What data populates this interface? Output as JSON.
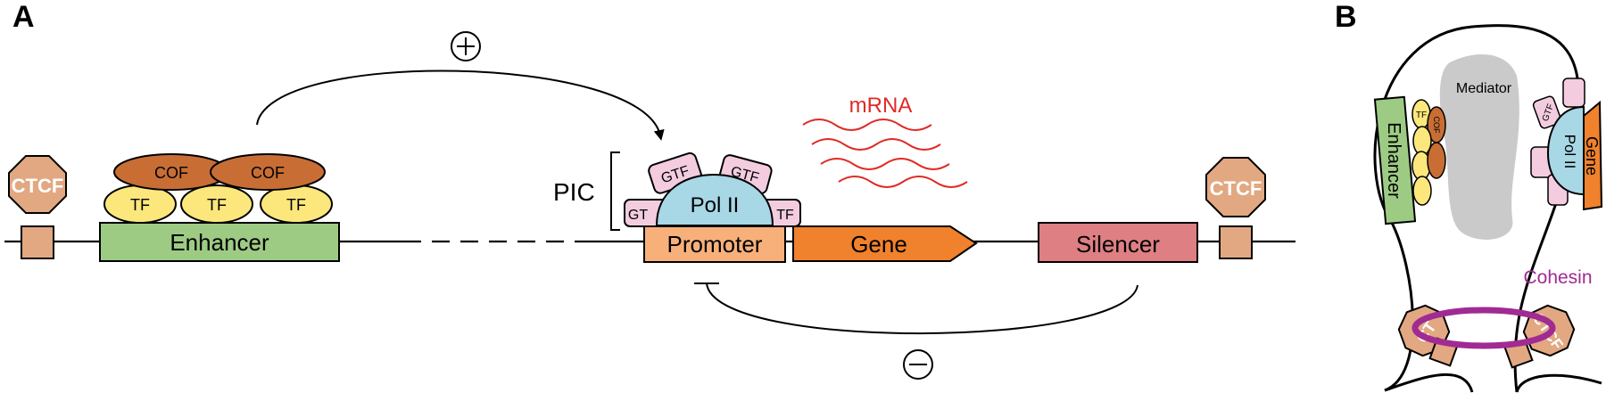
{
  "panels": {
    "a": "A",
    "b": "B"
  },
  "panel_a": {
    "ctcf_left": "CTCF",
    "ctcf_right": "CTCF",
    "cof": "COF",
    "tf": "TF",
    "enhancer": "Enhancer",
    "plus": "+",
    "minus": "−",
    "pic": "PIC",
    "gtf": "GTF",
    "gtf_partial_left": "GT",
    "gtf_partial_right": "TF",
    "pol2": "Pol II",
    "promoter": "Promoter",
    "gene": "Gene",
    "silencer": "Silencer",
    "mrna": "mRNA"
  },
  "panel_b": {
    "mediator": "Mediator",
    "enhancer": "Enhancer",
    "gene": "Gene",
    "pol2": "Pol II",
    "tf": "TF",
    "cof": "COF",
    "gtf": "GTF",
    "cohesin": "Cohesin",
    "ctcf_left": "CT",
    "ctcf_right": "CTCF"
  },
  "colors": {
    "ctcf": "#e2a882",
    "cof": "#c86e35",
    "tf": "#fbe77c",
    "enhancer": "#9dcb84",
    "gtf": "#f3ccdf",
    "pol2": "#a8d7e6",
    "promoter": "#f8b07b",
    "gene": "#f0812d",
    "silencer": "#de7f83",
    "mrna": "#e02a26",
    "mediator": "#cacaca",
    "cohesin": "#a02b93"
  }
}
